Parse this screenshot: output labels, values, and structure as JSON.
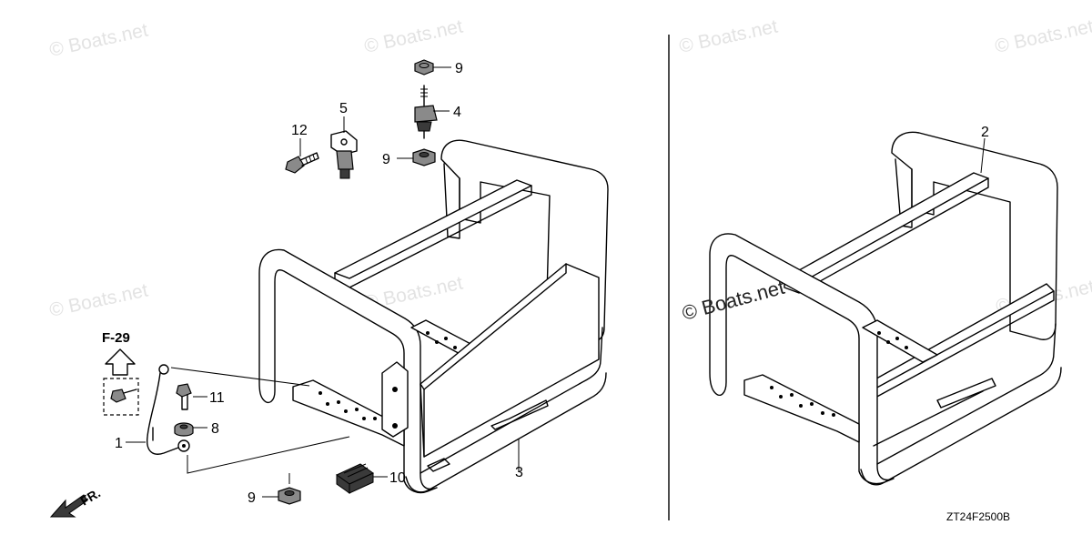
{
  "watermarks": {
    "text": "© Boats.net"
  },
  "labels": {
    "part_1": "1",
    "part_2": "2",
    "part_3": "3",
    "part_4": "4",
    "part_5": "5",
    "part_8": "8",
    "part_9a": "9",
    "part_9b": "9",
    "part_9c": "9",
    "part_10": "10",
    "part_11": "11",
    "part_12": "12"
  },
  "reference": "F-29",
  "direction": "FR.",
  "diagram_code": "ZT24F2500B"
}
